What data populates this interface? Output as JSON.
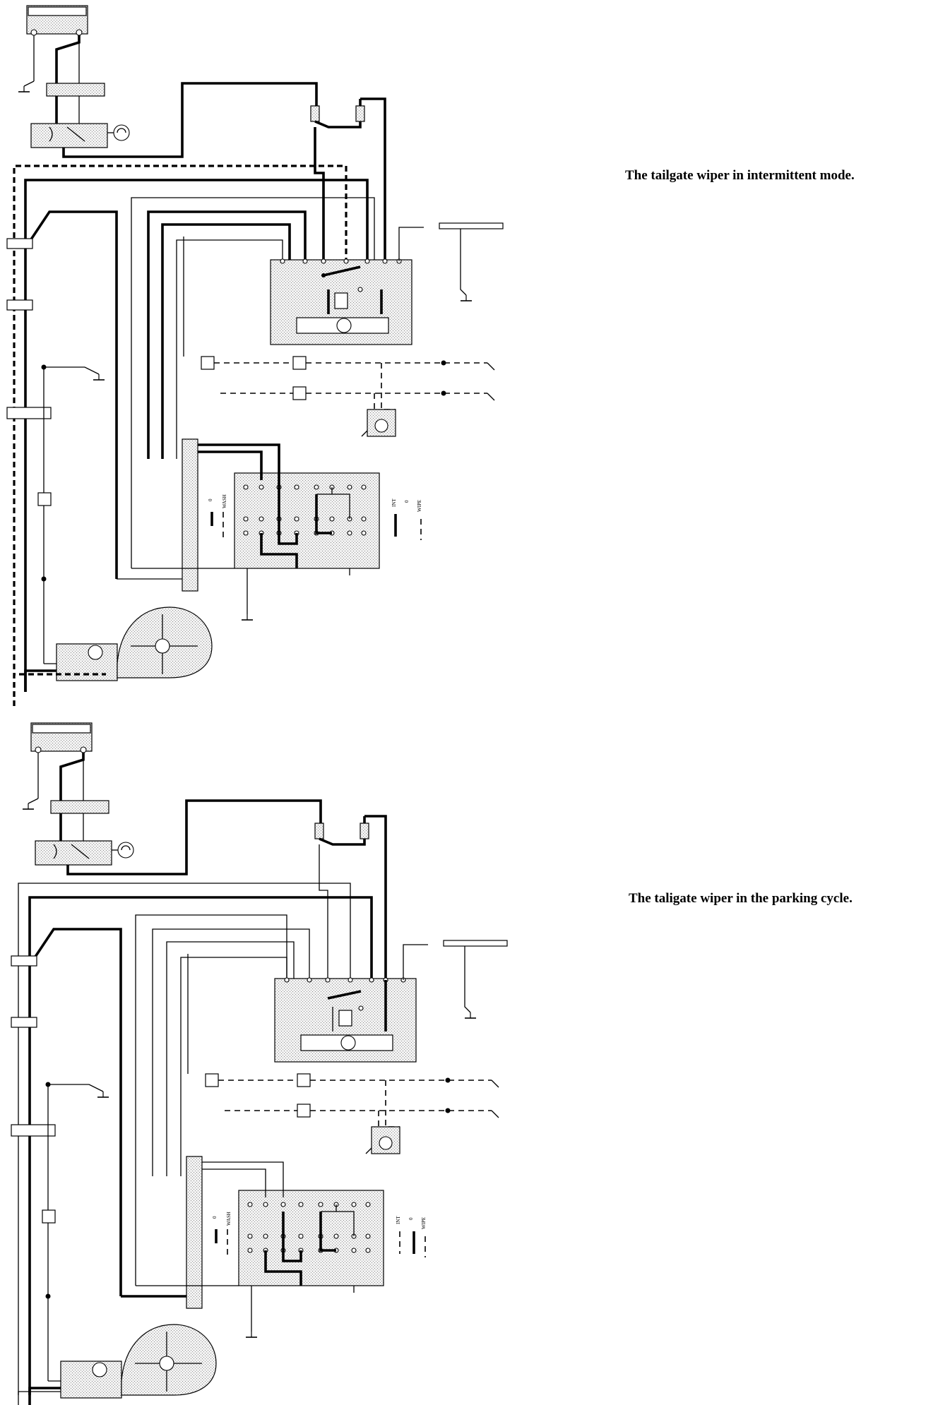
{
  "captions": {
    "top": "The tailgate wiper in intermittent mode.",
    "bottom": "The taligate wiper in the parking cycle."
  },
  "switch_labels": {
    "wash": "WASH",
    "int": "INT",
    "zero": "0",
    "wipe": "WIPE"
  }
}
